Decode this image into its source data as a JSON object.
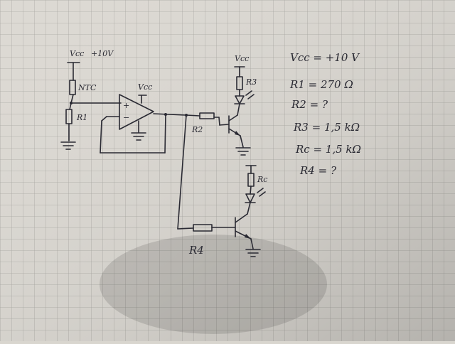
{
  "schematic": {
    "vcc_label": "Vcc",
    "vcc_value": "+10V",
    "ntc_label": "NTC",
    "r1_label": "R1",
    "r2_label": "R2",
    "r3_label": "R3",
    "r4_label": "R4",
    "rc_label": "Rc",
    "opamp_plus": "+",
    "opamp_minus": "−"
  },
  "notes": [
    "Vcc = +10 V",
    "R1 = 270 Ω",
    "R2 = ?",
    "R3 = 1,5 kΩ",
    "Rc = 1,5 kΩ",
    "R4 = ?"
  ]
}
